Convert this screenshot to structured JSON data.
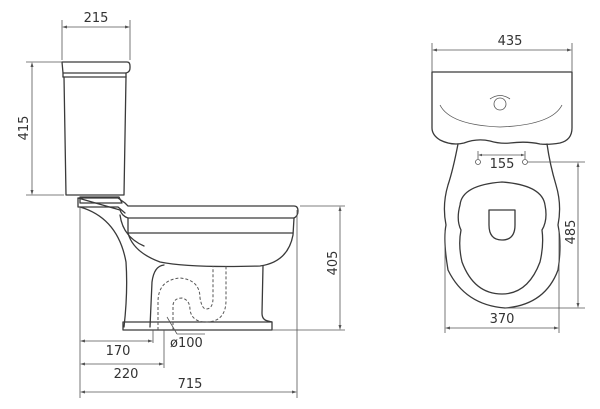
{
  "drawing": {
    "type": "technical-dimension-drawing",
    "subject": "close-coupled toilet",
    "units": "mm",
    "side_view": {
      "dimensions": {
        "cistern_depth": "215",
        "cistern_height": "415",
        "pan_height": "405",
        "outlet_center_170": "170",
        "outlet_center_220": "220",
        "outlet_diameter": "ø100",
        "overall_depth": "715"
      }
    },
    "top_view": {
      "dimensions": {
        "cistern_width": "435",
        "fixing_holes_spacing": "155",
        "seat_length": "485",
        "pan_width": "370"
      }
    },
    "colors": {
      "line": "#3a3a3a",
      "dimension": "#555555",
      "background": "#ffffff"
    }
  }
}
